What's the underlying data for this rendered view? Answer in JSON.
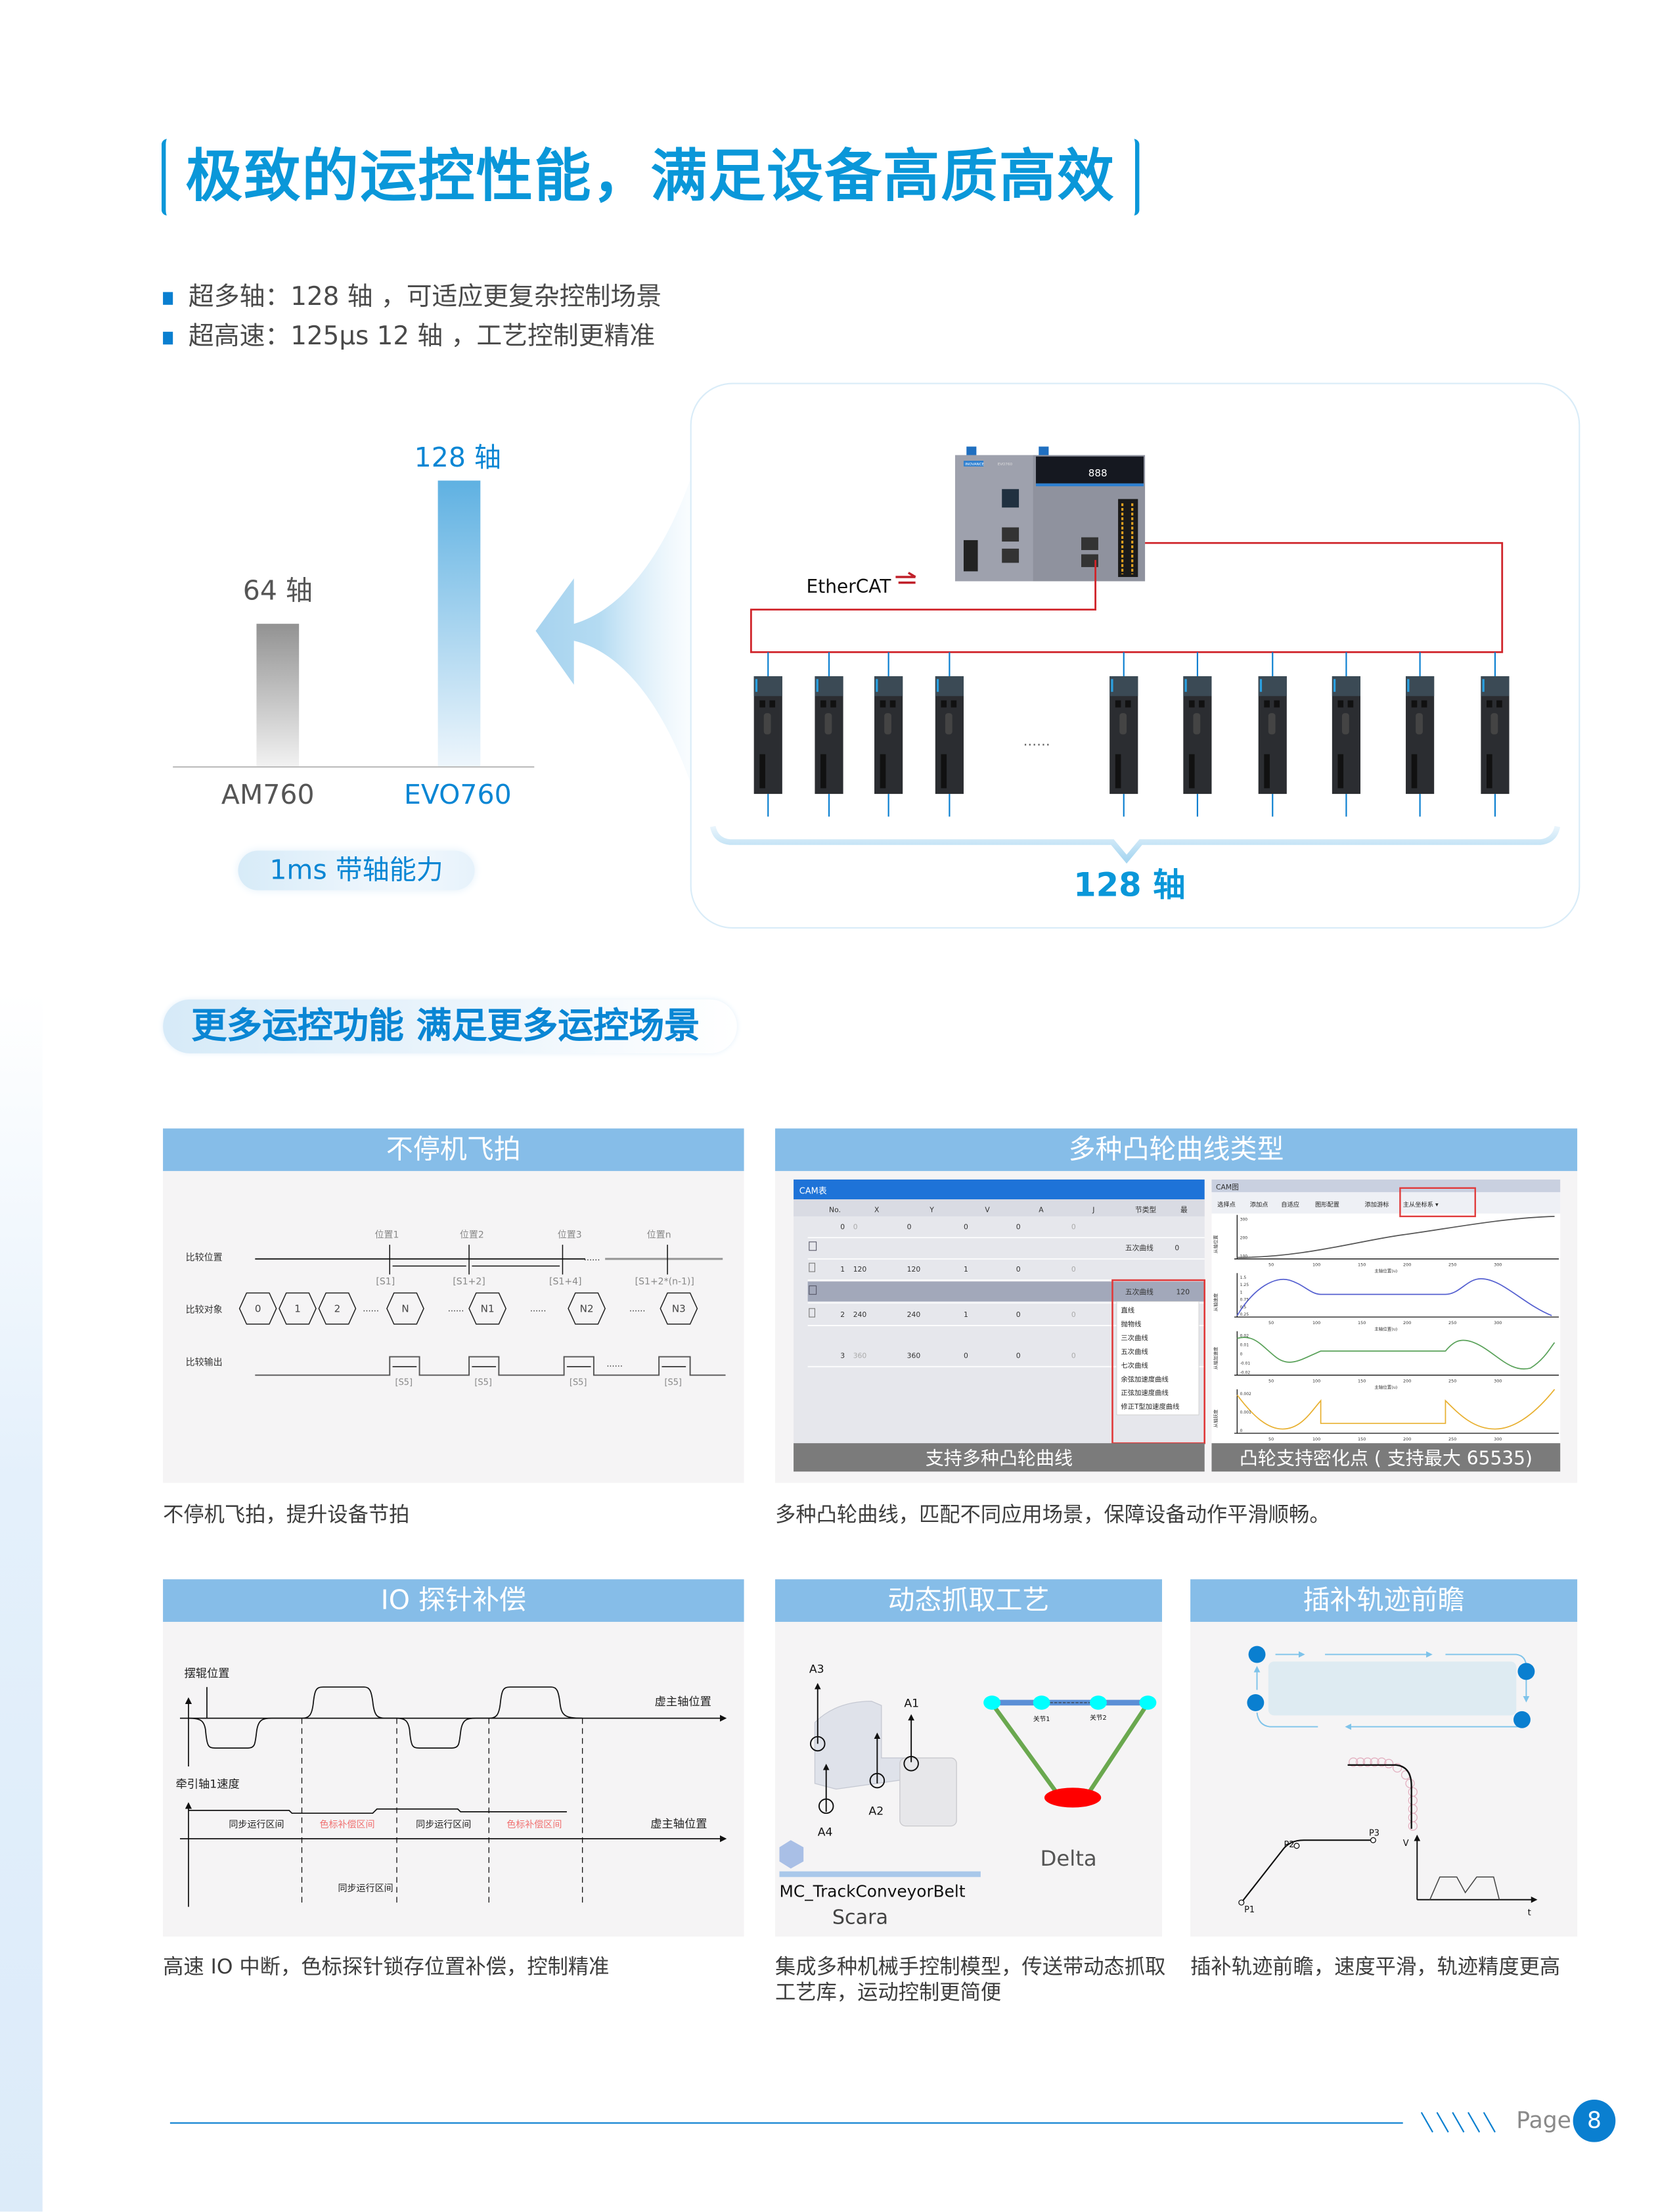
{
  "header": {
    "title": "极致的运控性能，满足设备高质高效"
  },
  "bullets": [
    "超多轴：128 轴 ，可适应更复杂控制场景",
    "超高速：125μs 12 轴 ，工艺控制更精准"
  ],
  "chart_data": {
    "type": "bar",
    "title": "",
    "categories": [
      "AM760",
      "EVO760"
    ],
    "values": [
      64,
      128
    ],
    "value_labels": [
      "64 轴",
      "128 轴"
    ],
    "colors": [
      "#9a9a9a",
      "#5fb1e2"
    ],
    "xlabel": "",
    "ylabel": "",
    "ylim": [
      0,
      128
    ],
    "grid": false
  },
  "axis_pill": "1ms 带轴能力",
  "network": {
    "bus_label": "EtherCAT",
    "ellipsis": "......",
    "axes_label": "128 轴",
    "controller_brand": "INOVANCE",
    "controller_model": "EVO760",
    "colors": {
      "bus": "#d0252b",
      "drop": "#0a7fd0"
    }
  },
  "section2": {
    "heading": "更多运控功能 满足更多运控场景"
  },
  "card_flying": {
    "title": "不停机飞拍",
    "caption": "不停机飞拍，提升设备节拍",
    "row_labels": [
      "比较位置",
      "比较对象",
      "比较输出"
    ],
    "positions": [
      "位置1",
      "位置2",
      "位置3",
      "位置n"
    ],
    "intervals": [
      "[S1]",
      "[S1+2]",
      "[S1+4]",
      "[S1+2*(n-1)]"
    ],
    "objects": [
      "0",
      "1",
      "2",
      "N",
      "N1",
      "N2",
      "N3"
    ],
    "dots": "......",
    "pulse_label": "[S5]"
  },
  "card_cam": {
    "title": "多种凸轮曲线类型",
    "caption": "多种凸轮曲线，匹配不同应用场景，保障设备动作平滑顺畅。",
    "table": {
      "title": "CAM表",
      "columns": [
        "No.",
        "X",
        "Y",
        "V",
        "A",
        "J",
        "节类型",
        "最"
      ],
      "rows": [
        {
          "no": "0",
          "x": "0",
          "y": "0",
          "v": "0",
          "a": "0",
          "j": "0"
        },
        {
          "seg": "五次曲线",
          "max": "0"
        },
        {
          "no": "1",
          "x": "120",
          "y": "120",
          "v": "1",
          "a": "0",
          "j": "0"
        },
        {
          "seg": "五次曲线",
          "max": "120"
        },
        {
          "no": "2",
          "x": "240",
          "y": "240",
          "v": "1",
          "a": "0",
          "j": "0"
        },
        {
          "no": "3",
          "x": "360",
          "y": "360",
          "v": "0",
          "a": "0",
          "j": "0"
        }
      ],
      "dropdown_options": [
        "直线",
        "抛物线",
        "三次曲线",
        "五次曲线",
        "七次曲线",
        "余弦加速度曲线",
        "正弦加速度曲线",
        "修正T型加速度曲线"
      ],
      "banner": "支持多种凸轮曲线"
    },
    "graph": {
      "title": "CAM图",
      "toolbar": [
        "选择点",
        "添加点",
        "自适应",
        "图形配置",
        "添加游标",
        "主从坐标系 ▾"
      ],
      "x_ticks": [
        "50",
        "100",
        "150",
        "200",
        "250",
        "300"
      ],
      "x_label": "主轴位置(u)",
      "plots": [
        {
          "ylabel": "从轴位置",
          "yticks": [
            "300",
            "200",
            "100"
          ],
          "color": "#555555"
        },
        {
          "ylabel": "从轴速度",
          "yticks": [
            "1.5",
            "1.25",
            "1",
            "0.75",
            "0.5",
            "0.25"
          ],
          "color": "#5560d0"
        },
        {
          "ylabel": "从轴加速度",
          "yticks": [
            "0.02",
            "0.01",
            "0",
            "-0.01",
            "-0.02"
          ],
          "color": "#5aa25a"
        },
        {
          "ylabel": "从轴跃度",
          "yticks": [
            "0.002",
            "0.001",
            "0"
          ],
          "color": "#e8b030"
        }
      ],
      "banner": "凸轮支持密化点 ( 支持最大 65535)"
    }
  },
  "card_io": {
    "title": "IO 探针补偿",
    "caption": "高速 IO 中断，色标探针锁存位置补偿，控制精准",
    "upper_axis_label": "摆辊位置",
    "lower_axis_label": "牵引轴1速度",
    "x_axis_label": "虚主轴位置",
    "zones": [
      "同步运行区间",
      "色标补偿区间",
      "同步运行区间",
      "色标补偿区间"
    ],
    "bottom_label": "同步运行区间"
  },
  "card_grab": {
    "title": "动态抓取工艺",
    "caption": "集成多种机械手控制模型，传送带动态抓取工艺库，运动控制更简便",
    "scara_axes": [
      "A3",
      "A1",
      "A2",
      "A4"
    ],
    "delta_joints": [
      "关节1",
      "关节2"
    ],
    "delta_label": "Delta",
    "function_block": "MC_TrackConveyorBelt",
    "scara_label": "Scara"
  },
  "card_interp": {
    "title": "插补轨迹前瞻",
    "caption": "插补轨迹前瞻，速度平滑，轨迹精度更高",
    "points": [
      "P1",
      "P2",
      "P3"
    ],
    "v_label": "V",
    "t_label": "t"
  },
  "footer": {
    "page_label": "Page",
    "page_number": "8"
  }
}
